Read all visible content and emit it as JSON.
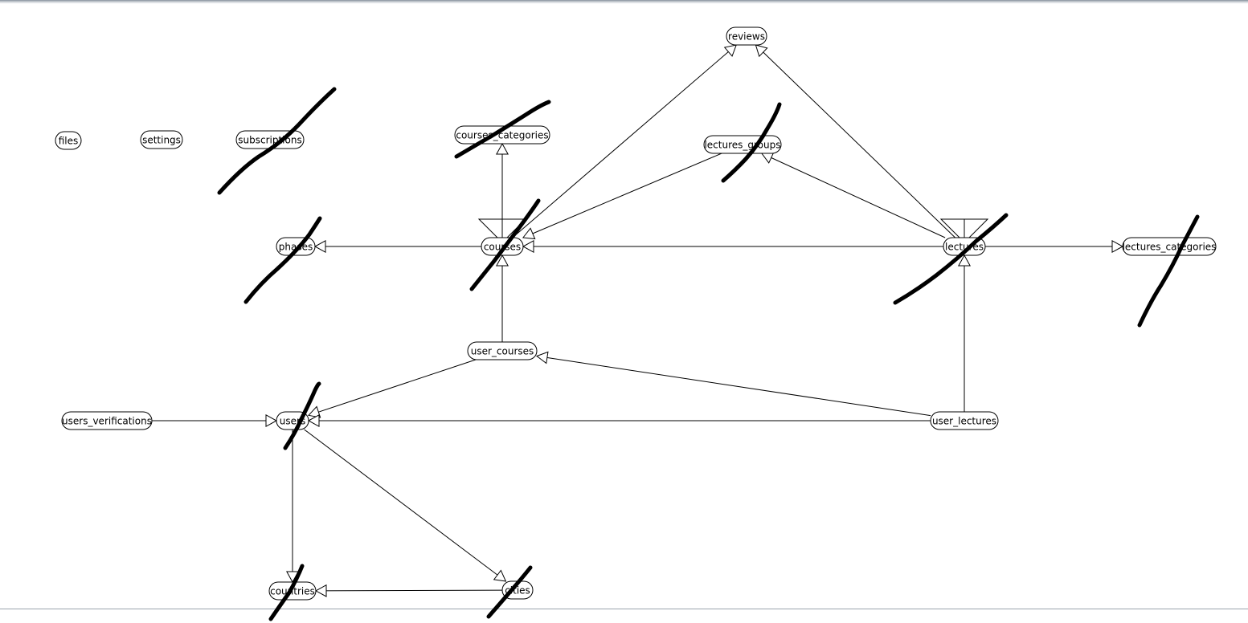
{
  "colors": {
    "background": "#ffffff",
    "line": "#000000",
    "frame": "#9aa3ad"
  },
  "nodes": [
    {
      "id": "files",
      "label": "files"
    },
    {
      "id": "settings",
      "label": "settings"
    },
    {
      "id": "subscriptions",
      "label": "subscriptions"
    },
    {
      "id": "courses_categories",
      "label": "courses_categories"
    },
    {
      "id": "reviews",
      "label": "reviews"
    },
    {
      "id": "lectures_groups",
      "label": "lectures_groups"
    },
    {
      "id": "phases",
      "label": "phases"
    },
    {
      "id": "courses",
      "label": "courses"
    },
    {
      "id": "lectures",
      "label": "lectures"
    },
    {
      "id": "lectures_categories",
      "label": "lectures_categories"
    },
    {
      "id": "user_courses",
      "label": "user_courses"
    },
    {
      "id": "users_verifications",
      "label": "users_verifications"
    },
    {
      "id": "users",
      "label": "users"
    },
    {
      "id": "user_lectures",
      "label": "user_lectures"
    },
    {
      "id": "countries",
      "label": "countries"
    },
    {
      "id": "cities",
      "label": "cities"
    }
  ],
  "edges": [
    {
      "from": "courses",
      "to": "courses_categories"
    },
    {
      "from": "courses",
      "to": "reviews"
    },
    {
      "from": "lectures",
      "to": "reviews"
    },
    {
      "from": "lectures_groups",
      "to": "courses"
    },
    {
      "from": "lectures",
      "to": "lectures_groups"
    },
    {
      "from": "courses",
      "to": "phases"
    },
    {
      "from": "lectures",
      "to": "courses"
    },
    {
      "from": "lectures",
      "to": "lectures_categories"
    },
    {
      "from": "user_courses",
      "to": "courses"
    },
    {
      "from": "user_courses",
      "to": "users"
    },
    {
      "from": "user_lectures",
      "to": "user_courses"
    },
    {
      "from": "user_lectures",
      "to": "users"
    },
    {
      "from": "user_lectures",
      "to": "lectures"
    },
    {
      "from": "users_verifications",
      "to": "users"
    },
    {
      "from": "users",
      "to": "countries"
    },
    {
      "from": "users",
      "to": "cities"
    },
    {
      "from": "cities",
      "to": "countries"
    }
  ],
  "self_loops": [
    "courses",
    "lectures"
  ],
  "scribbles": [
    "subscriptions",
    "courses_categories",
    "lectures_groups",
    "phases",
    "courses",
    "lectures",
    "lectures_categories",
    "users",
    "countries",
    "cities"
  ]
}
